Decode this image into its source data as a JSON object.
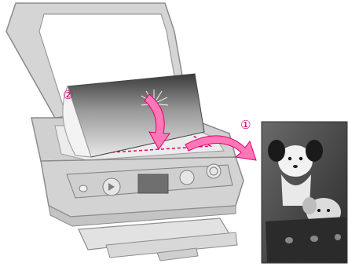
{
  "diagram": {
    "steps": [
      {
        "marker": "①"
      },
      {
        "marker": "②"
      }
    ],
    "colors": {
      "printer_body": "#d3d3d3",
      "printer_outline": "#8c8c8c",
      "arrow_fill": "#ff77b7",
      "step_text": "#d7006b",
      "glass_dashed": "#e0006e"
    },
    "icons": [
      "printer-scanner-illustration",
      "lid-open",
      "photo-dandelion",
      "photo-dogs",
      "place-arrow",
      "remove-arrow"
    ]
  }
}
